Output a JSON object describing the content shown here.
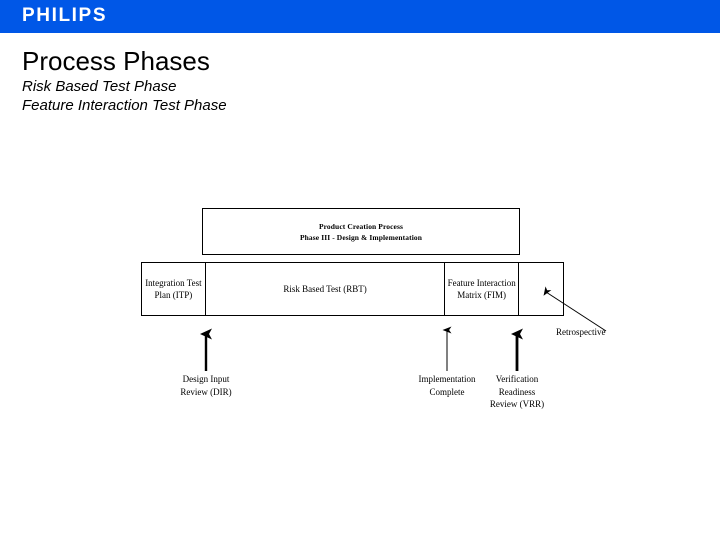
{
  "header": {
    "brand": "PHILIPS",
    "brand_color": "#0057e7",
    "brand_text_color": "#ffffff"
  },
  "title": {
    "main": "Process Phases",
    "sub1": "Risk Based Test Phase",
    "sub2": "Feature Interaction Test Phase"
  },
  "diagram": {
    "banner": {
      "line1": "Product Creation Process",
      "line2": "Phase III - Design & Implementation"
    },
    "phases": [
      {
        "id": "itp",
        "label": "Integration\nTest Plan\n(ITP)"
      },
      {
        "id": "rbt",
        "label": "Risk Based Test (RBT)"
      },
      {
        "id": "fim",
        "label": "Feature\nInteraction\nMatrix (FIM)"
      },
      {
        "id": "empty",
        "label": ""
      }
    ],
    "milestones": [
      {
        "id": "dir",
        "label": "Design Input\nReview (DIR)"
      },
      {
        "id": "impl",
        "label": "Implementation\nComplete"
      },
      {
        "id": "vrr",
        "label": "Verification\nReadiness\nReview (VRR)"
      }
    ],
    "callout": {
      "id": "retrospective",
      "label": "Retrospective"
    },
    "line_color": "#000000"
  }
}
